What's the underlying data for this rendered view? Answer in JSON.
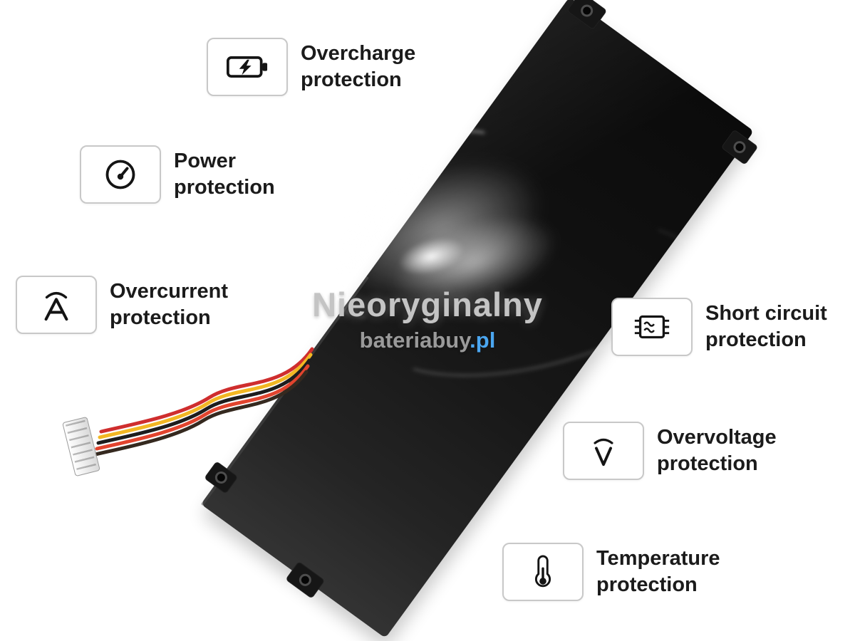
{
  "watermark": {
    "title": "Nieoryginalny",
    "brand_gray": "bateriabuy",
    "brand_blue": ".pl"
  },
  "features": [
    {
      "id": "overcharge",
      "icon": "battery-charging-icon",
      "line1": "Overcharge",
      "line2": "protection"
    },
    {
      "id": "power",
      "icon": "power-gauge-icon",
      "line1": "Power",
      "line2": "protection"
    },
    {
      "id": "overcurrent",
      "icon": "ampere-arc-icon",
      "line1": "Overcurrent",
      "line2": "protection"
    },
    {
      "id": "short-circuit",
      "icon": "circuit-chip-icon",
      "line1": "Short circuit",
      "line2": "protection"
    },
    {
      "id": "overvoltage",
      "icon": "volt-arc-icon",
      "line1": "Overvoltage",
      "line2": "protection"
    },
    {
      "id": "temperature",
      "icon": "thermometer-icon",
      "line1": "Temperature",
      "line2": "protection"
    }
  ],
  "colors": {
    "background": "#ffffff",
    "battery_body": "#141414",
    "label_text": "#1b1b1b",
    "icon_stroke": "#141414",
    "box_border": "#c8c8c8",
    "watermark_gray": "#c4c4c4",
    "brand_gray": "#9a9a9a",
    "brand_blue": "#4ba6f0",
    "wire_red": "#cf2e2e",
    "wire_yellow": "#f2b723",
    "wire_black": "#1d1d1d"
  }
}
